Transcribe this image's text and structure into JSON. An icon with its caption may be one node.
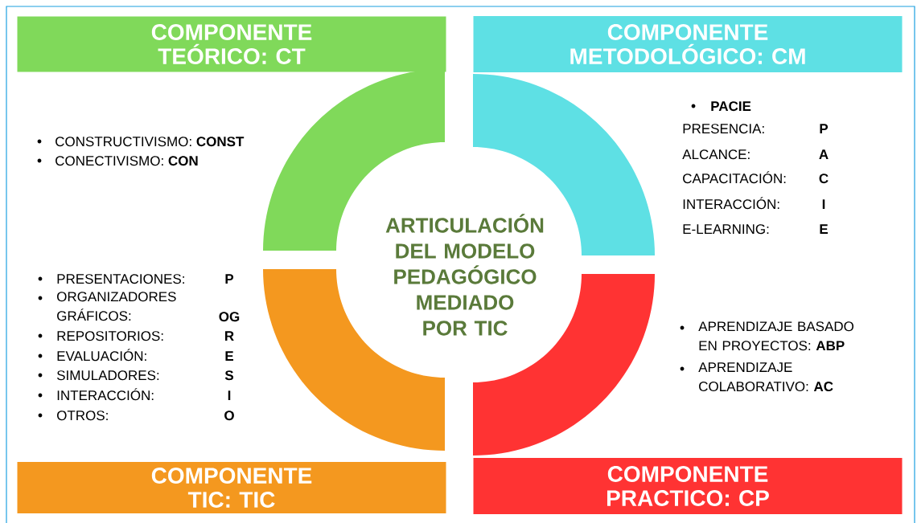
{
  "diagram": {
    "nodes": [
      {
        "text": [
          "COMPONENTE TEÓRICO: CT"
        ]
      },
      {
        "text": [
          "COMPONENTE METODOLÓGICO: CM"
        ]
      },
      {
        "text": [
          "COMPONENTE TIC: TIC"
        ]
      },
      {
        "text": [
          "COMPONENTE PRACTICO: CP"
        ]
      },
      {
        "text": [
          "ARTICULACIÓN DEL MODELO PEDAGÓGICO MEDIADO POR TIC"
        ]
      }
    ],
    "labels": [
      "CONSTRUCTIVISMO: **CONST**",
      "CONECTIVISMO: **CON**",
      "PACIE",
      "PRESENCIA:",
      "P",
      "ALCANCE:",
      "A",
      "CAPACITACIÓN:",
      "C",
      "INTERACCIÓN:",
      "I",
      "E-LEARNING:",
      "E",
      "PRESENTACIONES:",
      "P",
      "ORGANIZADORES GRÁFICOS:",
      "OG",
      "REPOSITORIOS:",
      "R",
      "EVALUACIÓN:",
      "E",
      "SIMULADORES:",
      "S",
      "INTERACCIÓN:",
      "I",
      "OTROS:",
      "O",
      "APRENDIZAJE BASADO EN PROYECTOS: **ABP**",
      "APRENDIZAJE COLABORATIVO: **AC**"
    ]
  }
}
